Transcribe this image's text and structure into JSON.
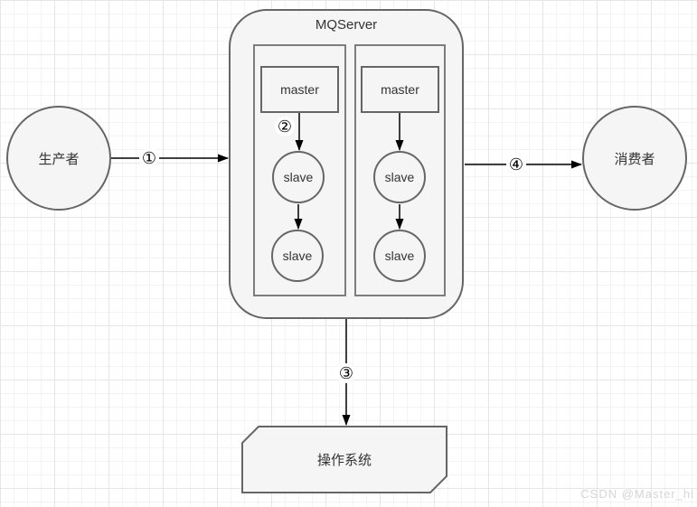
{
  "diagram": {
    "server": {
      "title": "MQServer"
    },
    "nodes": {
      "producer": {
        "label": "生产者"
      },
      "consumer": {
        "label": "消费者"
      },
      "os": {
        "label": "操作系统"
      },
      "master_left": {
        "label": "master"
      },
      "master_right": {
        "label": "master"
      },
      "slave_left_1": {
        "label": "slave"
      },
      "slave_left_2": {
        "label": "slave"
      },
      "slave_right_1": {
        "label": "slave"
      },
      "slave_right_2": {
        "label": "slave"
      }
    },
    "steps": {
      "step1": "①",
      "step2": "②",
      "step3": "③",
      "step4": "④"
    },
    "colors": {
      "node_fill": "#f5f5f5",
      "node_border": "#666666",
      "arrow": "#000000",
      "text": "#333333",
      "grid_major": "#e6e6e6",
      "grid_minor": "#f4f4f4",
      "watermark": "#d6d6d6"
    },
    "watermark": "CSDN @Master_hl"
  }
}
